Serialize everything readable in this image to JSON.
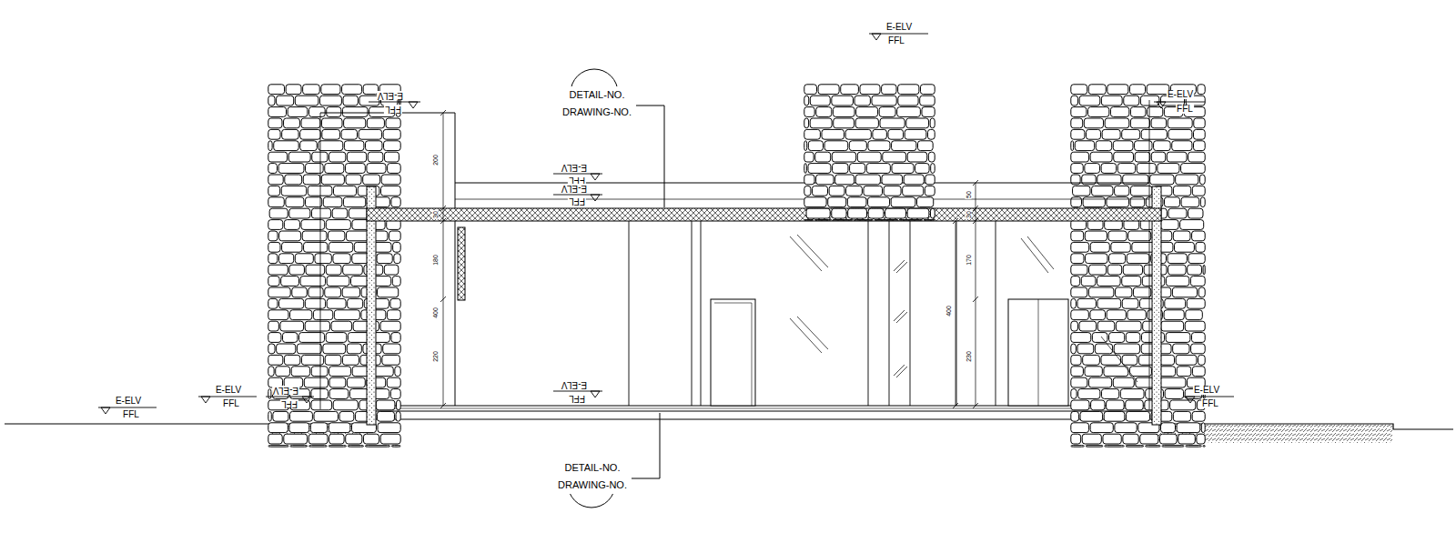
{
  "diagram": {
    "nodes": [
      {
        "text": [
          "DETAIL-NO.",
          "DRAWING-NO."
        ]
      },
      {
        "text": [
          "DETAIL-NO.",
          "DRAWING-NO."
        ]
      }
    ],
    "labels": [
      "E-ELV",
      "FFL",
      "E-ELV",
      "FFL",
      "E-ELV",
      "FFL",
      "E-ELV",
      "FFL",
      "E-ELV",
      "FFL",
      "E-ELV",
      "FFL",
      "E-ELV",
      "FFL",
      "E-ELV",
      "FFL",
      "E-ELV",
      "FFL",
      "E-ELV",
      "FFL",
      "200",
      "30",
      "180",
      "400",
      "220",
      "50",
      "30",
      "170",
      "400",
      "230"
    ]
  }
}
